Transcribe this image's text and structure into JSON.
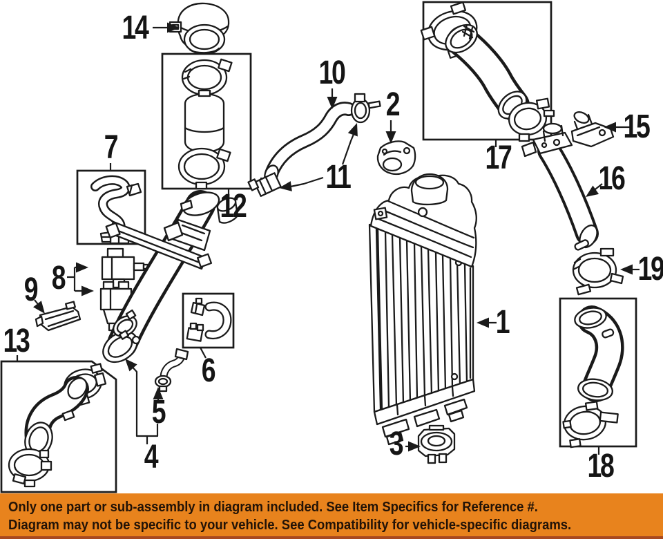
{
  "banner": {
    "line1": "Only one part or sub-assembly in diagram included. See Item Specifics for Reference #.",
    "line2": "Diagram may not be specific to your vehicle. See Compatibility for vehicle-specific diagrams.",
    "bg_color": "#E8831D",
    "strip_color": "#A8491F",
    "text_color": "#221307"
  },
  "diagram": {
    "background_color": "#FFFFFF",
    "line_color": "#1A1A1A",
    "callouts": {
      "c1": "1",
      "c2": "2",
      "c3": "3",
      "c4": "4",
      "c5": "5",
      "c6": "6",
      "c7": "7",
      "c8": "8",
      "c9": "9",
      "c10": "10",
      "c11": "11",
      "c12": "12",
      "c13": "13",
      "c14": "14",
      "c15": "15",
      "c16": "16",
      "c17": "17",
      "c18": "18",
      "c19": "19"
    }
  }
}
